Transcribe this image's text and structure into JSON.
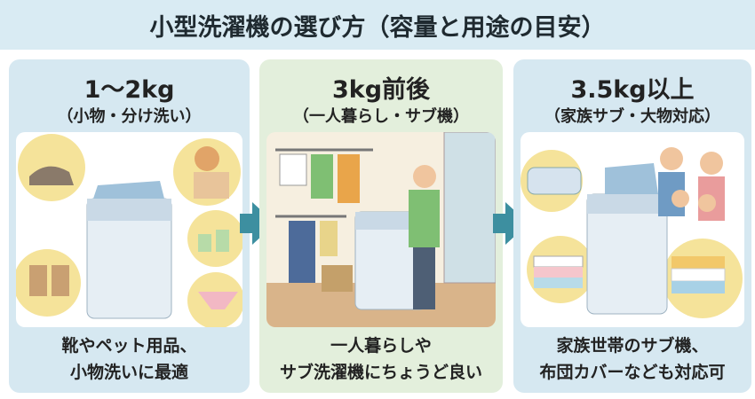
{
  "title": "小型洗濯機の選び方（容量と用途の目安）",
  "panels": [
    {
      "capacity": "1〜2kg",
      "use": "（小物・分け洗い）",
      "desc_line1": "靴やペット用品、",
      "desc_line2": "小物洗いに最適"
    },
    {
      "capacity": "3kg前後",
      "use": "（一人暮らし・サブ機）",
      "desc_line1": "一人暮らしや",
      "desc_line2": "サブ洗濯機にちょうど良い"
    },
    {
      "capacity": "3.5kg以上",
      "use": "（家族サブ・大物対応）",
      "desc_line1": "家族世帯のサブ機、",
      "desc_line2": "布団カバーなども対応可"
    }
  ],
  "colors": {
    "title_bg": "#d9ebf3",
    "blue_panel": "#d6e8f1",
    "green_panel": "#e3efdc",
    "arrow": "#3d8fa0"
  }
}
